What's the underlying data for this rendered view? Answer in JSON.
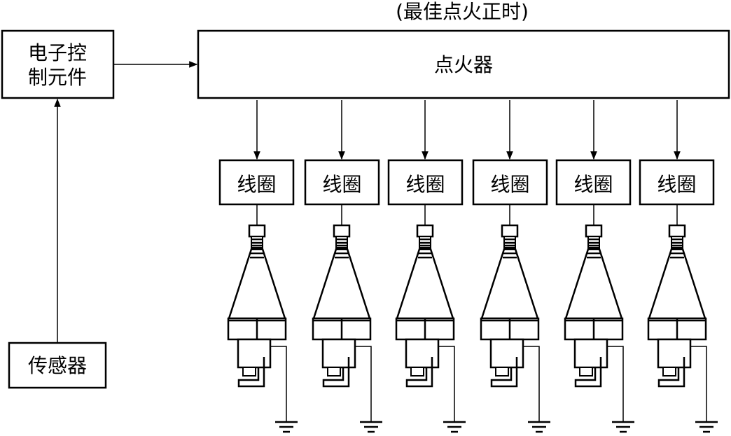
{
  "caption_top": "(最佳点火正时)",
  "blocks": {
    "ecu_line1": "电子控",
    "ecu_line2": "制元件",
    "sensor": "传感器",
    "igniter": "点火器"
  },
  "coils": [
    "线圈",
    "线圈",
    "线圈",
    "线圈",
    "线圈",
    "线圈"
  ],
  "icons": {
    "plug": "spark-plug-icon",
    "ground": "ground-icon",
    "arrow": "arrow-head-icon"
  }
}
